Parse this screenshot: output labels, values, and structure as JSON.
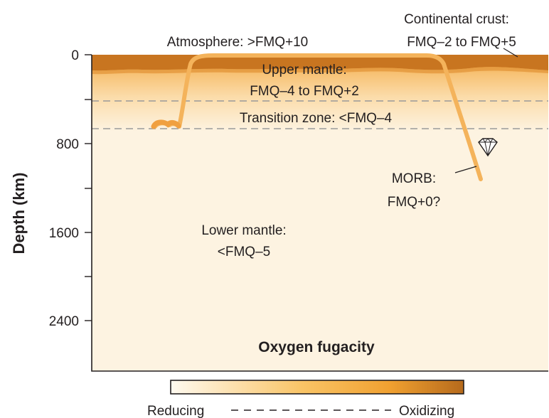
{
  "y_axis": {
    "label": "Depth (km)",
    "ticks": [
      "0",
      "800",
      "1600",
      "2400"
    ]
  },
  "labels": {
    "atmosphere": "Atmosphere: >FMQ+10",
    "continental_crust_line1": "Continental crust:",
    "continental_crust_line2": "FMQ–2 to FMQ+5",
    "upper_mantle_line1": "Upper mantle:",
    "upper_mantle_line2": "FMQ–4 to FMQ+2",
    "transition_zone": "Transition zone: <FMQ–4",
    "morb_line1": "MORB:",
    "morb_line2": "FMQ+0?",
    "lower_mantle_line1": "Lower mantle:",
    "lower_mantle_line2": "<FMQ–5",
    "panel_title": "Oxygen fugacity"
  },
  "colorbar": {
    "left_label": "Reducing",
    "right_label": "Oxidizing",
    "colors": [
      "#fffaf0",
      "#f9c466",
      "#f0a030",
      "#b66a1c"
    ]
  },
  "colors": {
    "lower_mantle": "#fdf3e1",
    "crust": "#c87520",
    "slab": "#f4b35b",
    "dashed_line": "#9a9a9a",
    "frame": "#231f20"
  },
  "icons": {
    "diamond": "diamond-icon"
  }
}
